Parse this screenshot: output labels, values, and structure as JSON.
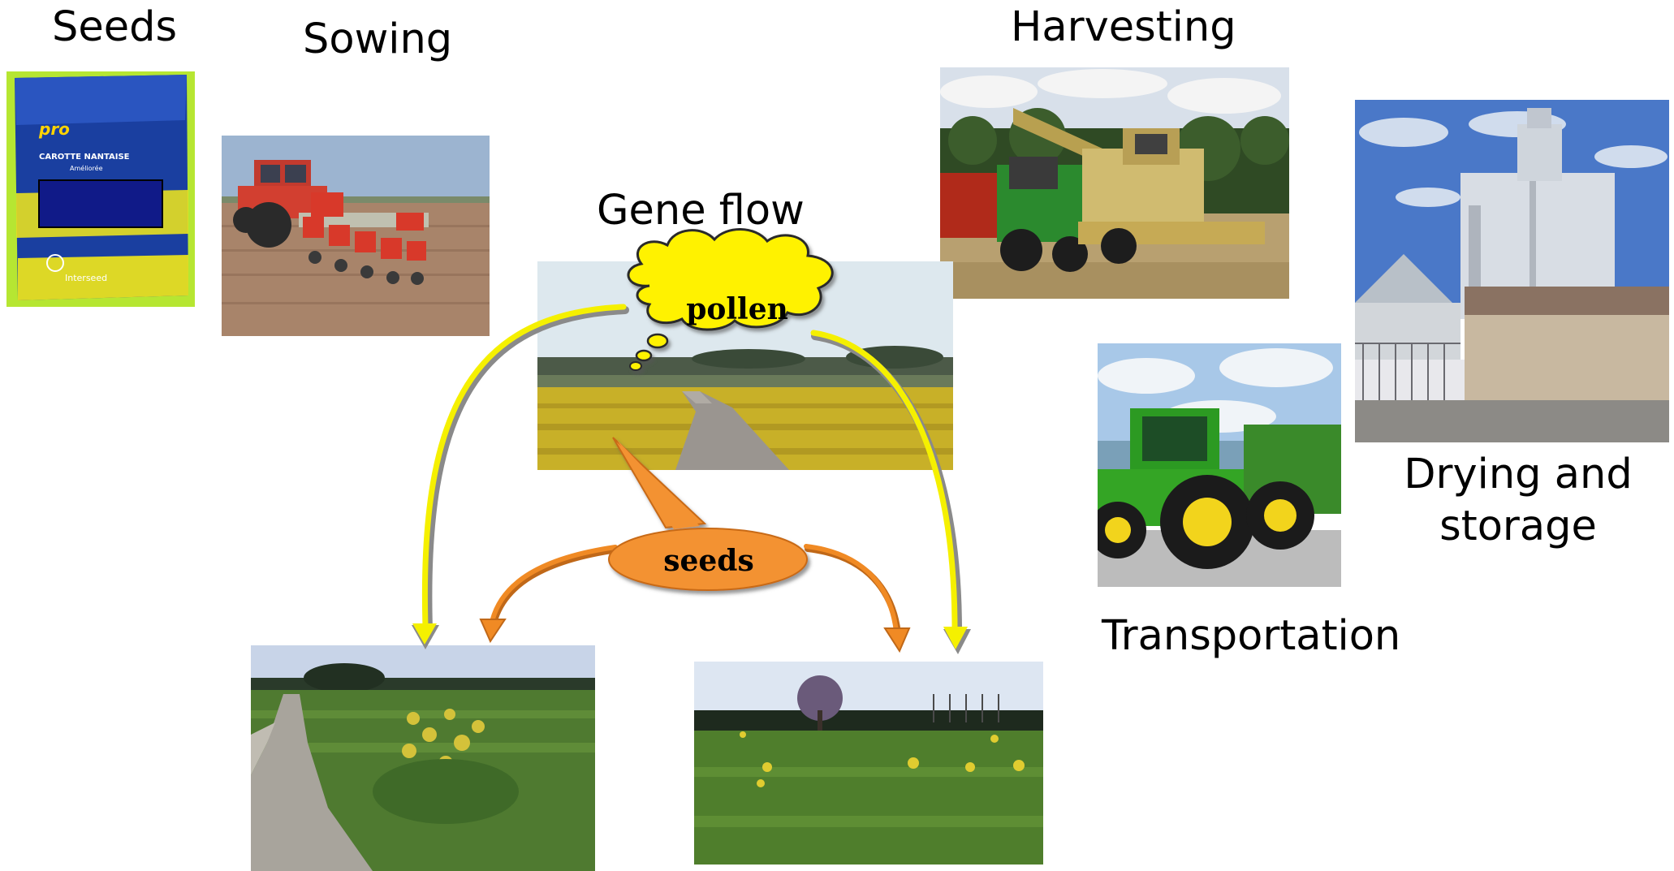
{
  "labels": {
    "seeds": "Seeds",
    "sowing": "Sowing",
    "harvesting": "Harvesting",
    "gene_flow": "Gene flow",
    "drying_line1": "Drying and",
    "drying_line2": "storage",
    "transportation": "Transportation"
  },
  "bubbles": {
    "pollen": "pollen",
    "seeds": "seeds"
  },
  "package_text": {
    "brand": "pro",
    "variety": "CAROTTE NANTAISE",
    "sub": "Améliorée",
    "maker": "Interseed"
  },
  "colors": {
    "pollen_arrow": "#f5f000",
    "pollen_bubble": "#fff200",
    "seed_arrow": "#f08a24",
    "seed_bubble": "#f39232",
    "tractor_green": "#2f9a1e",
    "sower_red": "#d63a2c",
    "rapeseed_yellow": "#d8c02a"
  },
  "icons": [
    "seed-bag-image",
    "sowing-tractor-image",
    "harvester-image",
    "silo-image",
    "green-tractor-image",
    "rapeseed-field-image",
    "roadside-volunteer-image",
    "field-volunteer-image"
  ]
}
